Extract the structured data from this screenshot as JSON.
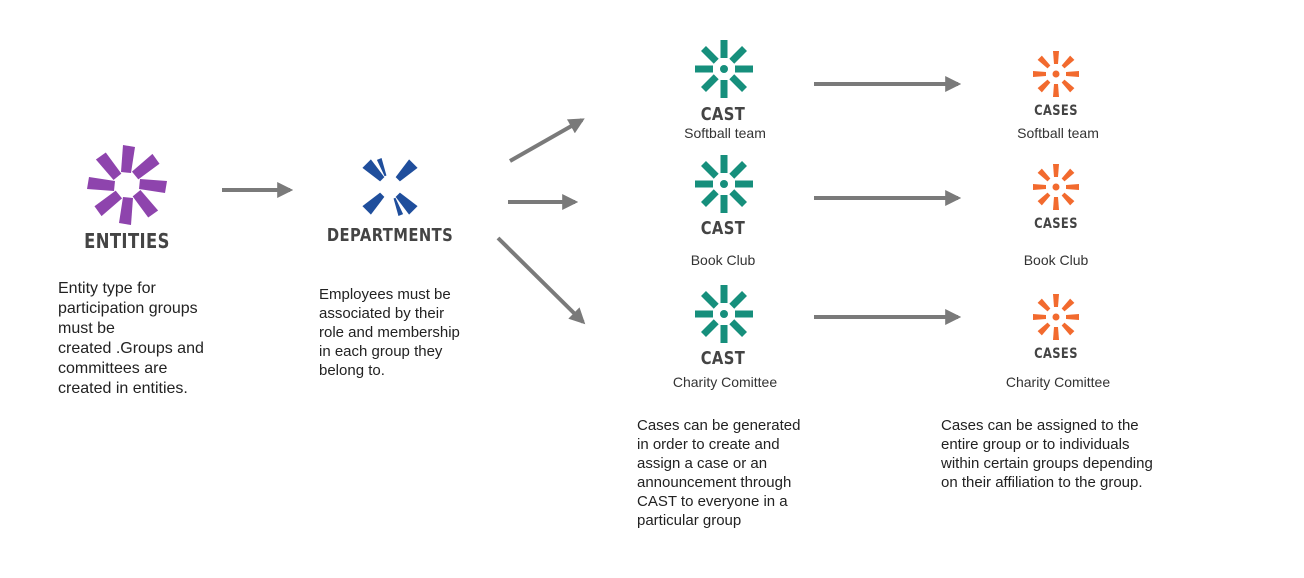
{
  "colors": {
    "entities": "#8e44ad",
    "departments": "#1f4e9c",
    "cast": "#168f7c",
    "cases": "#f26a2e",
    "arrow": "#7a7a7a"
  },
  "entities": {
    "title": "ENTITIES",
    "description": "Entity type for\nparticipation groups\nmust be\ncreated .Groups and\ncommittees are\ncreated in entities."
  },
  "departments": {
    "title": "DEPARTMENTS",
    "description": "Employees must be\nassociated by their\nrole and membership\nin each group they\nbelong to."
  },
  "cast_groups": [
    {
      "title": "CAST",
      "label": "Softball team"
    },
    {
      "title": "CAST",
      "label": "Book Club"
    },
    {
      "title": "CAST",
      "label": "Charity Comittee"
    }
  ],
  "cases_groups": [
    {
      "title": "CASES",
      "label": "Softball team"
    },
    {
      "title": "CASES",
      "label": "Book Club"
    },
    {
      "title": "CASES",
      "label": "Charity Comittee"
    }
  ],
  "cast_note": "Cases can be generated\nin order to create and\nassign a case or an\nannouncement through\nCAST to everyone in a\nparticular group",
  "cases_note": "Cases can be assigned to the\nentire group or to individuals\nwithin certain groups depending\non their affiliation to the group."
}
